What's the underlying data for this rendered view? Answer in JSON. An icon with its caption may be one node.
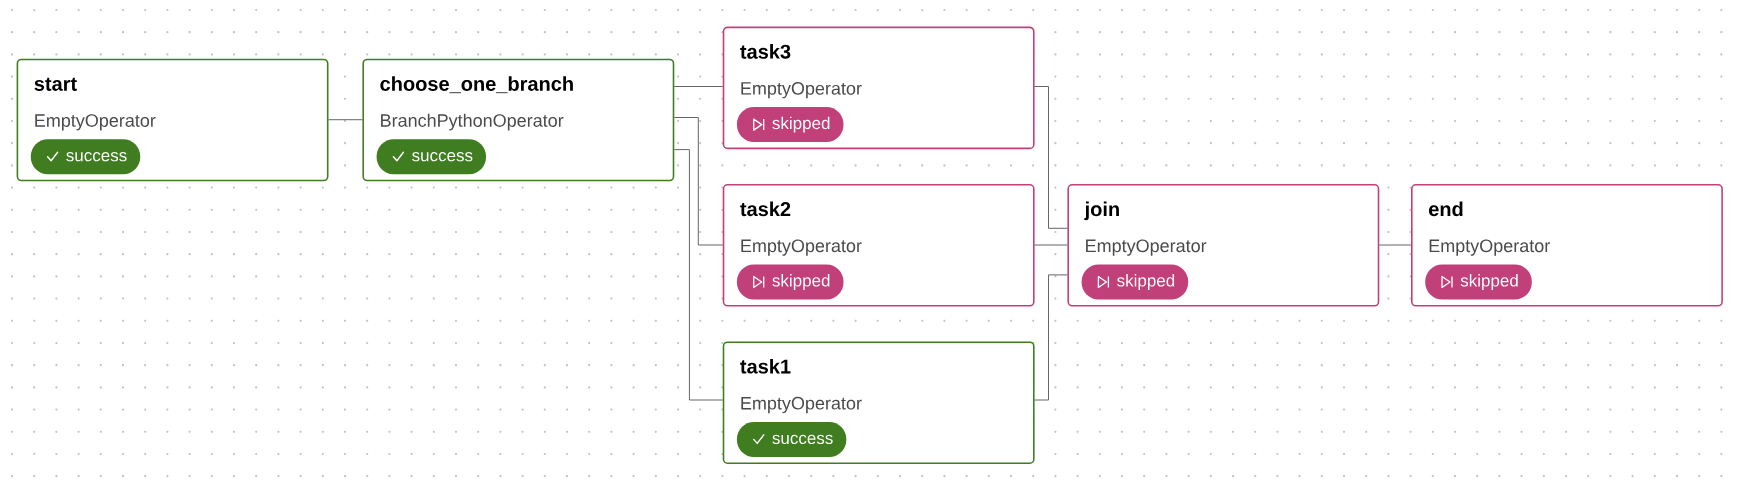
{
  "diagram": {
    "nodes": [
      {
        "text": [
          "start",
          "EmptyOperator",
          "success"
        ]
      },
      {
        "text": [
          "choose_one_branch",
          "BranchPythonOperator",
          "success"
        ]
      },
      {
        "text": [
          "task3",
          "EmptyOperator",
          "skipped"
        ]
      },
      {
        "text": [
          "task2",
          "EmptyOperator",
          "skipped"
        ]
      },
      {
        "text": [
          "task1",
          "EmptyOperator",
          "success"
        ]
      },
      {
        "text": [
          "join",
          "EmptyOperator",
          "skipped"
        ]
      },
      {
        "text": [
          "end",
          "EmptyOperator",
          "skipped"
        ]
      }
    ],
    "edges": [
      {
        "from": 0,
        "to": 1,
        "arrow": "none"
      },
      {
        "from": 1,
        "to": 2,
        "arrow": "none"
      },
      {
        "from": 1,
        "to": 3,
        "arrow": "none"
      },
      {
        "from": 1,
        "to": 4,
        "arrow": "none"
      },
      {
        "from": 2,
        "to": 5,
        "arrow": "none"
      },
      {
        "from": 3,
        "to": 5,
        "arrow": "none"
      },
      {
        "from": 4,
        "to": 5,
        "arrow": "none"
      },
      {
        "from": 5,
        "to": 6,
        "arrow": "none"
      }
    ]
  }
}
